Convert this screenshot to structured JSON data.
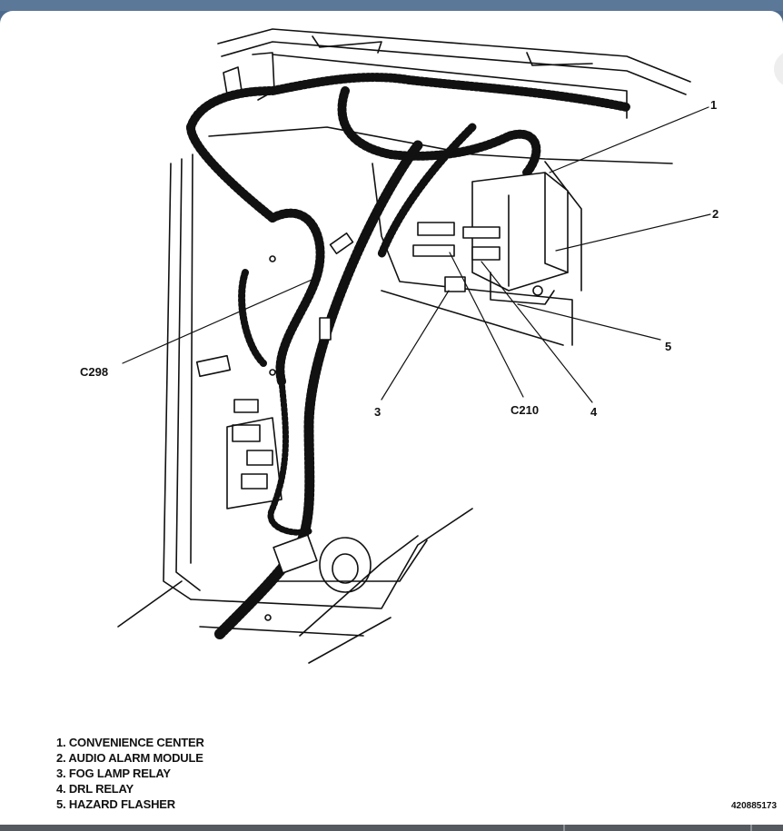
{
  "callouts": {
    "c1": "1",
    "c2": "2",
    "c3": "3",
    "c4": "4",
    "c5": "5",
    "c298": "C298",
    "c210": "C210"
  },
  "legend": [
    "1. CONVENIENCE CENTER",
    "2. AUDIO ALARM MODULE",
    "3. FOG LAMP RELAY",
    "4. DRL RELAY",
    "5. HAZARD FLASHER"
  ],
  "reference_code": "420885173"
}
